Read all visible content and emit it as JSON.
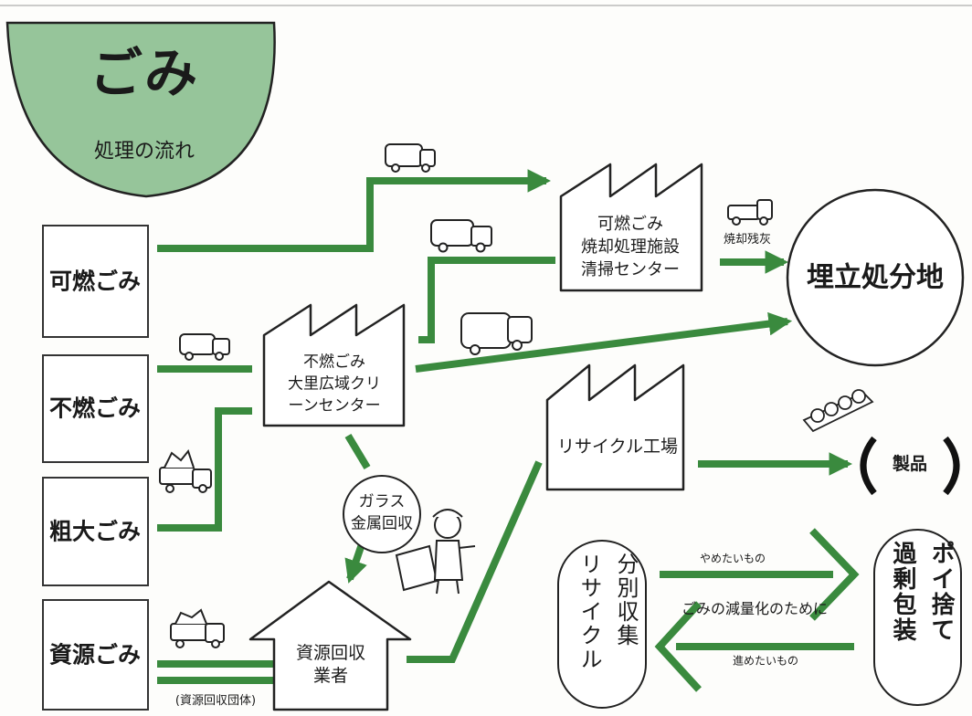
{
  "title": {
    "main": "ごみ",
    "sub": "処理の流れ"
  },
  "sources": [
    "可燃ごみ",
    "不燃ごみ",
    "粗大ごみ",
    "資源ごみ"
  ],
  "incinerator": {
    "line1": "可燃ごみ",
    "line2": "焼却処理施設",
    "line3": "清掃センター"
  },
  "clean_center": {
    "line1": "不燃ごみ",
    "line2": "大里広域クリ",
    "line3": "ーンセンター"
  },
  "landfill": "埋立処分地",
  "recycling_factory": "リサイクル工場",
  "products": "製品",
  "sort": {
    "line1": "ガラス",
    "line2": "金属回収"
  },
  "recycler": {
    "line1": "資源回収",
    "line2": "業者"
  },
  "separation": {
    "col1": "分別収集",
    "col2": "リサイクル"
  },
  "avoid": {
    "col1": "ポイ捨て",
    "col2": "過剰包装"
  },
  "labels": {
    "residue": "焼却残灰",
    "group": "(資源回収団体)",
    "avoid": "やめたいもの",
    "reduce": "ごみの減量化のために",
    "promote": "進めたいもの"
  }
}
